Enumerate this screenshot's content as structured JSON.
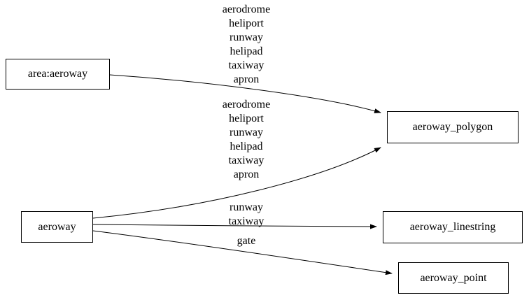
{
  "diagram": {
    "nodes": [
      {
        "id": "area_aeroway",
        "label": "area:aeroway"
      },
      {
        "id": "aeroway",
        "label": "aeroway"
      },
      {
        "id": "aeroway_polygon",
        "label": "aeroway_polygon"
      },
      {
        "id": "aeroway_linestring",
        "label": "aeroway_linestring"
      },
      {
        "id": "aeroway_point",
        "label": "aeroway_point"
      }
    ],
    "edges": [
      {
        "from": "area:aeroway",
        "to": "aeroway_polygon",
        "label": "aerodrome\nheliport\nrunway\nhelipad\ntaxiway\napron"
      },
      {
        "from": "aeroway",
        "to": "aeroway_polygon",
        "label": "aerodrome\nheliport\nrunway\nhelipad\ntaxiway\napron"
      },
      {
        "from": "aeroway",
        "to": "aeroway_linestring",
        "label": "runway\ntaxiway"
      },
      {
        "from": "aeroway",
        "to": "aeroway_point",
        "label": "gate"
      }
    ],
    "colors": {
      "background": "#ffffff",
      "node_border": "#000000",
      "edge": "#000000",
      "text": "#000000"
    }
  }
}
